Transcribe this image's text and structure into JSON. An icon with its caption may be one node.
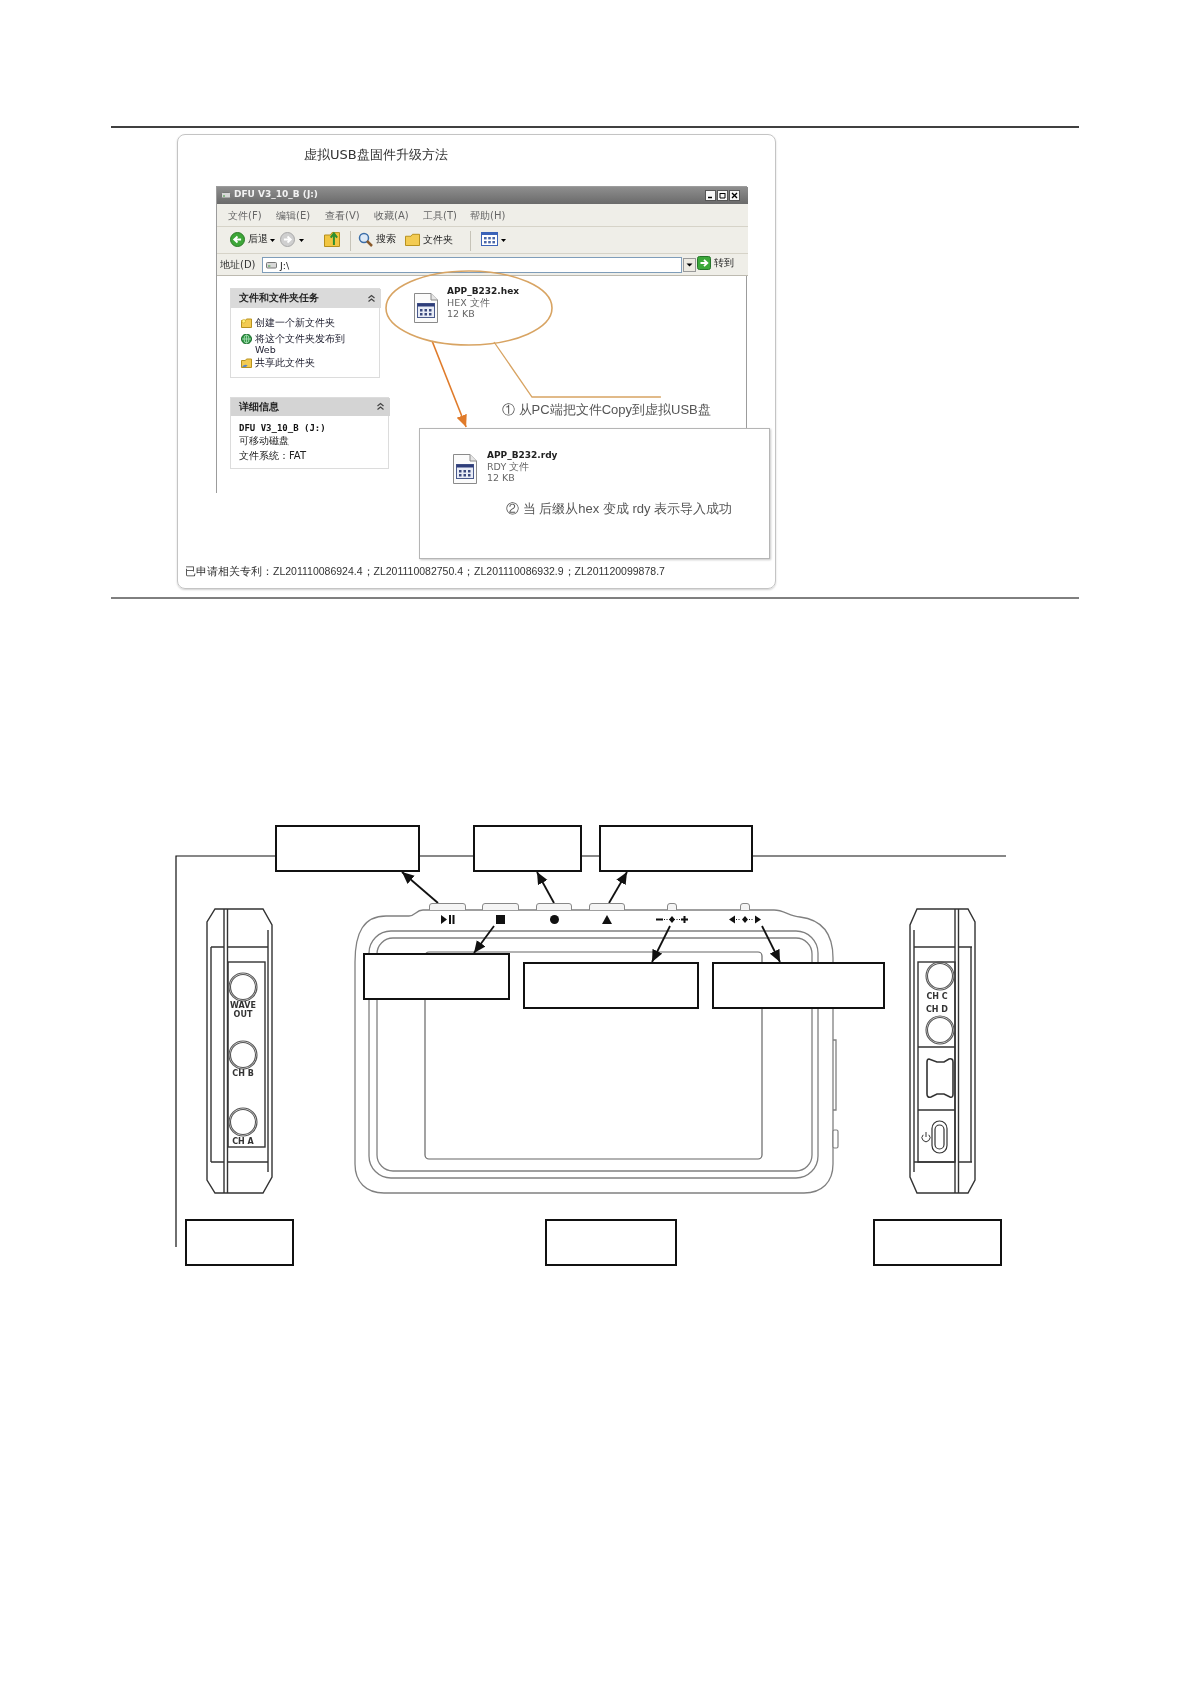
{
  "diagram": {
    "nodes": [
      {
        "text": [
          "虚拟USB盘固件升级方法",
          "已申请相关专利：ZL201110086924.4；ZL201110082750.4；ZL201110086932.9；ZL201120099878.7"
        ]
      },
      {
        "text": [
          "DFU V3_10_B (J:)"
        ],
        "in": 0
      },
      {
        "text": [
          "文件和文件夹任务",
          "创建一个新文件夹",
          "将这个文件夹发布到 Web",
          "共享此文件夹"
        ],
        "in": 1
      },
      {
        "text": [
          "详细信息",
          "DFU V3_10_B (J:)",
          "可移动磁盘",
          "文件系统：FAT"
        ],
        "in": 1
      },
      {
        "text": [
          "APP_B232.hex",
          "HEX 文件",
          "12 KB"
        ],
        "in": 1
      },
      {
        "text": [
          "① 从PC端把文件Copy到虚拟USB盘"
        ],
        "in": 1
      },
      {
        "text": [
          "APP_B232.rdy",
          "RDY 文件",
          "12 KB",
          "② 当 后缀从hex 变成 rdy 表示导入成功"
        ],
        "in": 0
      },
      {
        "text": [],
        "shape": "box"
      },
      {
        "text": [],
        "shape": "box"
      },
      {
        "text": [],
        "shape": "box"
      },
      {
        "text": [],
        "shape": "button"
      },
      {
        "text": [],
        "shape": "button"
      },
      {
        "text": [],
        "shape": "button"
      },
      {
        "text": [],
        "shape": "button"
      },
      {
        "text": [],
        "shape": "button"
      },
      {
        "text": [],
        "shape": "button"
      },
      {
        "text": [],
        "shape": "box"
      },
      {
        "text": [],
        "shape": "box"
      },
      {
        "text": [],
        "shape": "box"
      },
      {
        "text": [],
        "shape": "box"
      },
      {
        "text": [],
        "shape": "box"
      },
      {
        "text": [],
        "shape": "box"
      }
    ],
    "edges": [
      {
        "from": 5,
        "to": 4,
        "arrow": "none",
        "color": "#d8a463"
      },
      {
        "from": 4,
        "to": 6,
        "arrow": "to",
        "color": "#e07b2a"
      },
      {
        "from": 10,
        "to": 7,
        "arrow": "to"
      },
      {
        "from": 11,
        "to": 16,
        "arrow": "to"
      },
      {
        "from": 12,
        "to": 8,
        "arrow": "to"
      },
      {
        "from": 13,
        "to": 9,
        "arrow": "to"
      },
      {
        "from": 14,
        "to": 17,
        "arrow": "to"
      },
      {
        "from": 15,
        "to": 18,
        "arrow": "to"
      }
    ],
    "labels": [
      "文件(F)",
      "编辑(E)",
      "查看(V)",
      "收藏(A)",
      "工具(T)",
      "帮助(H)",
      "后退",
      "搜索",
      "文件夹",
      "地址(D)",
      "J:\\",
      "转到",
      "WAVE OUT",
      "CH B",
      "CH A",
      "CH C",
      "CH D"
    ]
  }
}
